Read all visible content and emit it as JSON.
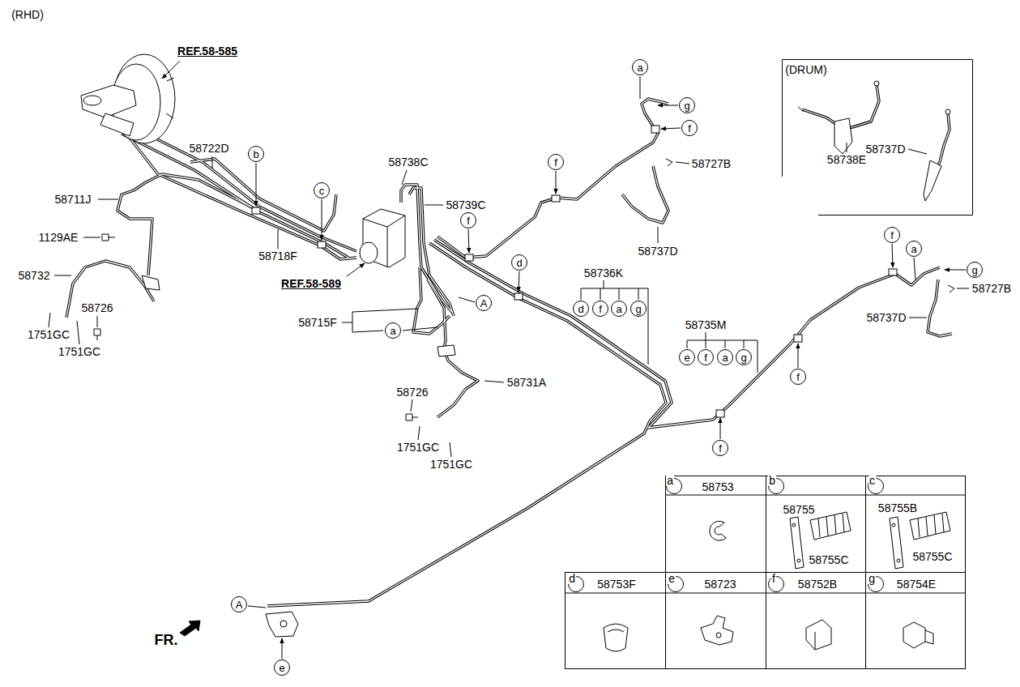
{
  "diagram": {
    "nodes": [
      {
        "text": [
          "(DRUM)",
          "58738E",
          "58737D"
        ]
      },
      {
        "text": [
          "a"
        ]
      },
      {
        "text": [
          "g"
        ]
      },
      {
        "text": [
          "f"
        ]
      },
      {
        "text": [
          "b"
        ]
      },
      {
        "text": [
          "f"
        ]
      },
      {
        "text": [
          "c"
        ]
      },
      {
        "text": [
          "f"
        ]
      },
      {
        "text": [
          "f"
        ]
      },
      {
        "text": [
          "a"
        ]
      },
      {
        "text": [
          "d"
        ]
      },
      {
        "text": [
          "g"
        ]
      },
      {
        "text": [
          "A"
        ]
      },
      {
        "text": [
          "d"
        ]
      },
      {
        "text": [
          "f"
        ]
      },
      {
        "text": [
          "a"
        ]
      },
      {
        "text": [
          "g"
        ]
      },
      {
        "text": [
          "a"
        ]
      },
      {
        "text": [
          "e"
        ]
      },
      {
        "text": [
          "f"
        ]
      },
      {
        "text": [
          "a"
        ]
      },
      {
        "text": [
          "g"
        ]
      },
      {
        "text": [
          "f"
        ]
      },
      {
        "text": [
          "f"
        ]
      },
      {
        "text": [
          "58753"
        ]
      },
      {
        "text": [
          "a"
        ],
        "in": 24
      },
      {
        "text": [
          "58755",
          "58755C"
        ]
      },
      {
        "text": [
          "b"
        ],
        "in": 26
      },
      {
        "text": [
          "58755B",
          "58755C"
        ]
      },
      {
        "text": [
          "c"
        ],
        "in": 28
      },
      {
        "text": [
          "58753F"
        ]
      },
      {
        "text": [
          "d"
        ],
        "in": 30
      },
      {
        "text": [
          "58723"
        ]
      },
      {
        "text": [
          "e"
        ],
        "in": 32
      },
      {
        "text": [
          "58752B"
        ]
      },
      {
        "text": [
          "f"
        ],
        "in": 34
      },
      {
        "text": [
          "58754E"
        ]
      },
      {
        "text": [
          "g"
        ],
        "in": 36
      },
      {
        "text": [
          "A"
        ]
      },
      {
        "text": [
          "e"
        ]
      }
    ],
    "labels": [
      "(RHD)",
      "REF.58-585",
      "58722D",
      "58711J",
      "1129AE",
      "58732",
      "58726",
      "1751GC",
      "1751GC",
      "58718F",
      "REF.58-589",
      "58738C",
      "58739C",
      "58715F",
      "58731A",
      "58726",
      "1751GC",
      "1751GC",
      "58736K",
      "58735M",
      "58727B",
      "58737D",
      "58727B",
      "58737D",
      "FR."
    ]
  }
}
